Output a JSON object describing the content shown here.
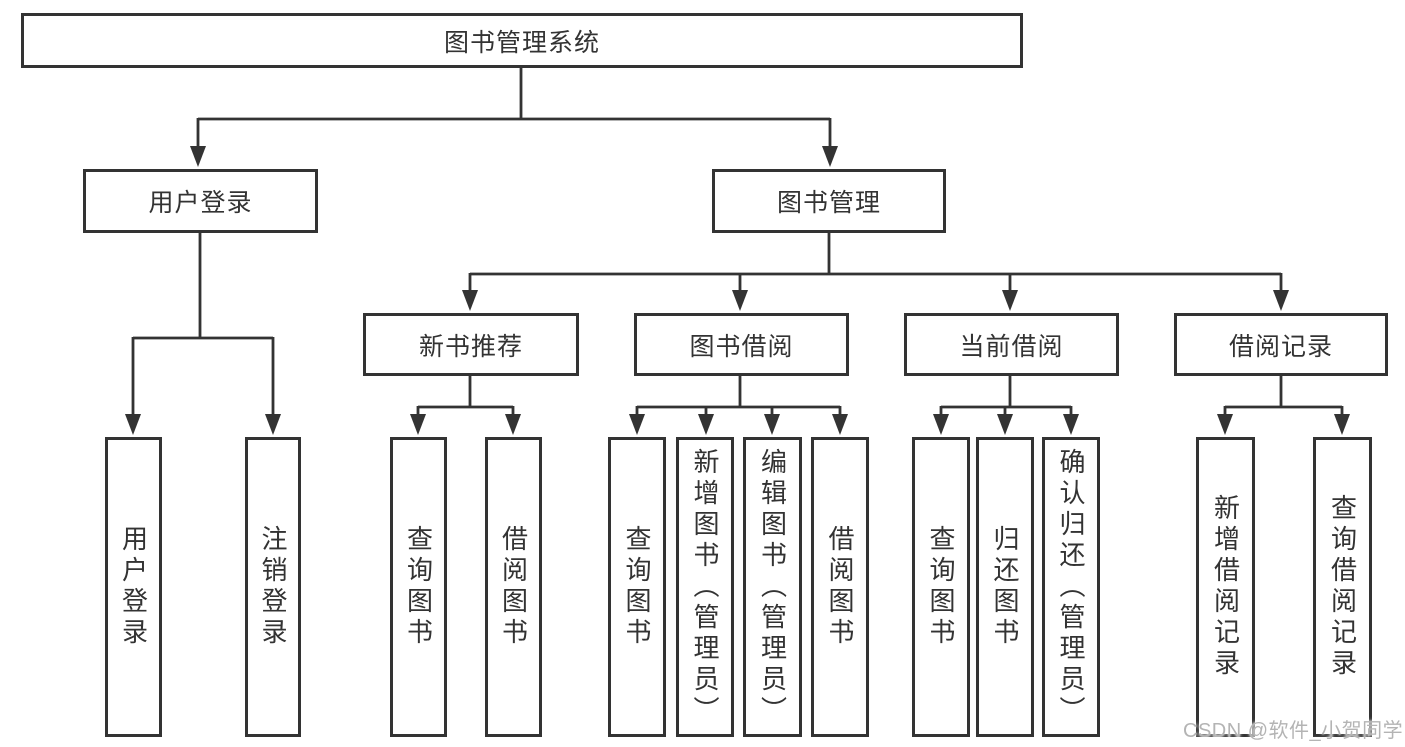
{
  "colors": {
    "line": "#333333",
    "text": "#333333",
    "background": "#ffffff",
    "watermark_text": "#b4b4b4"
  },
  "watermark": "CSDN @软件_小贺同学",
  "tree": {
    "root": "图书管理系统",
    "branches": [
      {
        "label": "用户登录",
        "children": [
          "用户登录",
          "注销登录"
        ]
      },
      {
        "label": "图书管理",
        "children": [
          {
            "label": "新书推荐",
            "children": [
              "查询图书",
              "借阅图书"
            ]
          },
          {
            "label": "图书借阅",
            "children": [
              "查询图书",
              "新增图书（管理员）",
              "编辑图书（管理员）",
              "借阅图书"
            ]
          },
          {
            "label": "当前借阅",
            "children": [
              "查询图书",
              "归还图书",
              "确认归还（管理员）"
            ]
          },
          {
            "label": "借阅记录",
            "children": [
              "新增借阅记录",
              "查询借阅记录"
            ]
          }
        ]
      }
    ]
  }
}
